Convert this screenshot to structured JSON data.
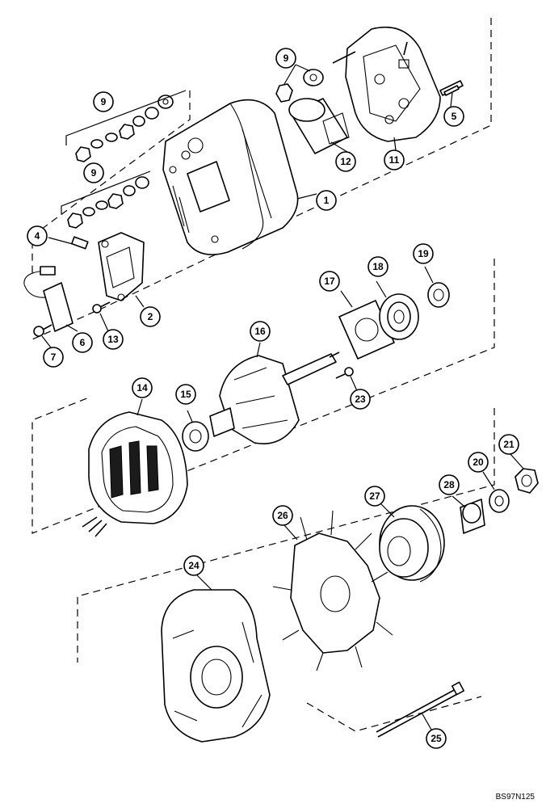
{
  "figure": {
    "reference_code": "BS97N125",
    "callouts": [
      {
        "id": "c9a",
        "label": "9"
      },
      {
        "id": "c9b",
        "label": "9"
      },
      {
        "id": "c9c",
        "label": "9"
      },
      {
        "id": "c5",
        "label": "5"
      },
      {
        "id": "c11",
        "label": "11"
      },
      {
        "id": "c12",
        "label": "12"
      },
      {
        "id": "c1",
        "label": "1"
      },
      {
        "id": "c4",
        "label": "4"
      },
      {
        "id": "c2",
        "label": "2"
      },
      {
        "id": "c13",
        "label": "13"
      },
      {
        "id": "c6",
        "label": "6"
      },
      {
        "id": "c7",
        "label": "7"
      },
      {
        "id": "c17",
        "label": "17"
      },
      {
        "id": "c18",
        "label": "18"
      },
      {
        "id": "c19",
        "label": "19"
      },
      {
        "id": "c16",
        "label": "16"
      },
      {
        "id": "c23",
        "label": "23"
      },
      {
        "id": "c14",
        "label": "14"
      },
      {
        "id": "c15",
        "label": "15"
      },
      {
        "id": "c21",
        "label": "21"
      },
      {
        "id": "c20",
        "label": "20"
      },
      {
        "id": "c28",
        "label": "28"
      },
      {
        "id": "c27",
        "label": "27"
      },
      {
        "id": "c26",
        "label": "26"
      },
      {
        "id": "c24",
        "label": "24"
      },
      {
        "id": "c25",
        "label": "25"
      }
    ]
  }
}
